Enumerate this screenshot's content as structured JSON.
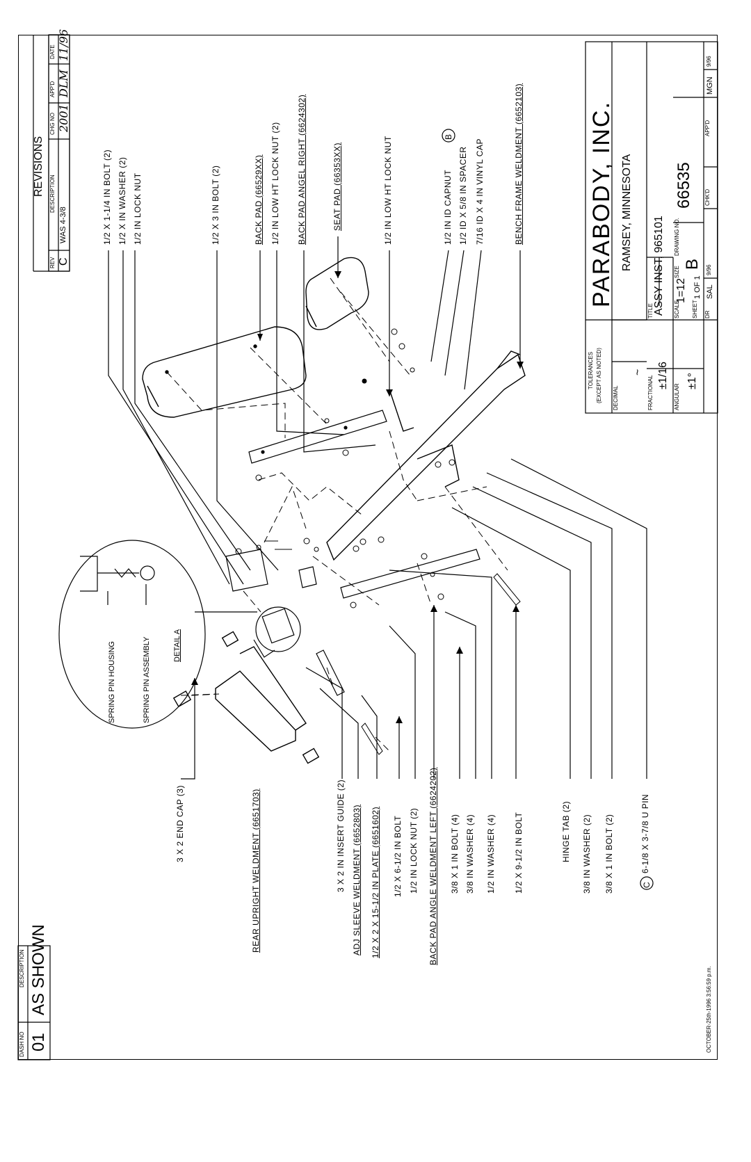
{
  "revisions": {
    "title": "REVISIONS",
    "headers": {
      "rev": "REV",
      "description": "DESCRIPTION",
      "chg_no": "CHG NO",
      "appd": "APP'D",
      "date": "DATE"
    },
    "row": {
      "rev": "C",
      "description": "WAS 4-3/8",
      "chg_no": "2001",
      "appd": "DLM",
      "date": "11/96"
    }
  },
  "dash": {
    "headers": {
      "dash_no": "DASH NO",
      "description": "DESCRIPTION"
    },
    "row": {
      "dash_no": "01",
      "description": "AS SHOWN"
    }
  },
  "callouts_right": [
    "1/2 X 1-1/4 IN BOLT (2)",
    "1/2 X IN WASHER (2)",
    "1/2 IN LOCK NUT",
    "1/2 X 3 IN BOLT (2)",
    "BACK PAD (66529XX)",
    "1/2 IN LOW HT LOCK NUT (2)",
    "BACK PAD ANGEL RIGHT (6624302)",
    "SEAT PAD (66353XX)",
    "1/2 IN LOW HT LOCK NUT",
    "1/2 IN ID CAPNUT",
    "1/2 ID X 5/8 IN SPACER",
    "7/16 ID X 4 IN VINYL CAP",
    "BENCH FRAME WELDMENT (6652103)"
  ],
  "capnut_tag": "B",
  "callouts_left": [
    "3 X 2 END CAP (3)",
    "REAR UPRIGHT WELDMENT (6651703)",
    "3 X 2 IN INSERT GUIDE (2)",
    "ADJ SLEEVE WELDMENT (6652803)",
    "1/2 X 2 X 15-1/2 IN PLATE (6651602)",
    "1/2 X 6-1/2 IN BOLT",
    "1/2 IN LOCK NUT (2)",
    "BACK PAD ANGLE WELDMENT LEFT (6624202)",
    "3/8 X 1 IN BOLT (4)",
    "3/8 IN WASHER (4)",
    "1/2 IN WASHER (4)",
    "1/2 X 9-1/2 IN BOLT",
    "HINGE TAB (2)",
    "3/8 IN WASHER (2)",
    "3/8 X 1 IN BOLT (2)",
    "6-1/8 X 3-7/8 U PIN"
  ],
  "upin_tag": "C",
  "detail": {
    "housing": "SPRING PIN HOUSING",
    "assembly": "SPRING PIN ASSEMBLY",
    "label": "DETAIL A"
  },
  "title_block": {
    "company": "PARABODY, INC.",
    "city": "RAMSEY, MINNESOTA",
    "tolerances": "TOLERANCES",
    "except": "(EXCEPT AS NOTED)",
    "decimal_label": "DECIMAL",
    "decimal_value": "~",
    "fractional_label": "FRACTIONAL",
    "fractional_value": "±1/16",
    "angular_label": "ANGULAR",
    "angular_value": "±1°",
    "title_label": "TITLE",
    "title": "ASSY INST, 965101",
    "scale_label": "SCALE",
    "scale": "1=12",
    "size_label": "SIZE",
    "size": "B",
    "drawing_no_label": "DRAWING NO.",
    "drawing_no": "66535",
    "sheet_label": "SHEET",
    "sheet": "1 OF 1",
    "dr_label": "DR",
    "dr": "SAL",
    "dr_date": "9/96",
    "chkd_label": "CHK'D",
    "appd_label": "APP'D",
    "appd": "MGN",
    "appd_date": "9/96"
  },
  "timestamp": "OCTOBER-25th-1996 3:56:59 p.m."
}
